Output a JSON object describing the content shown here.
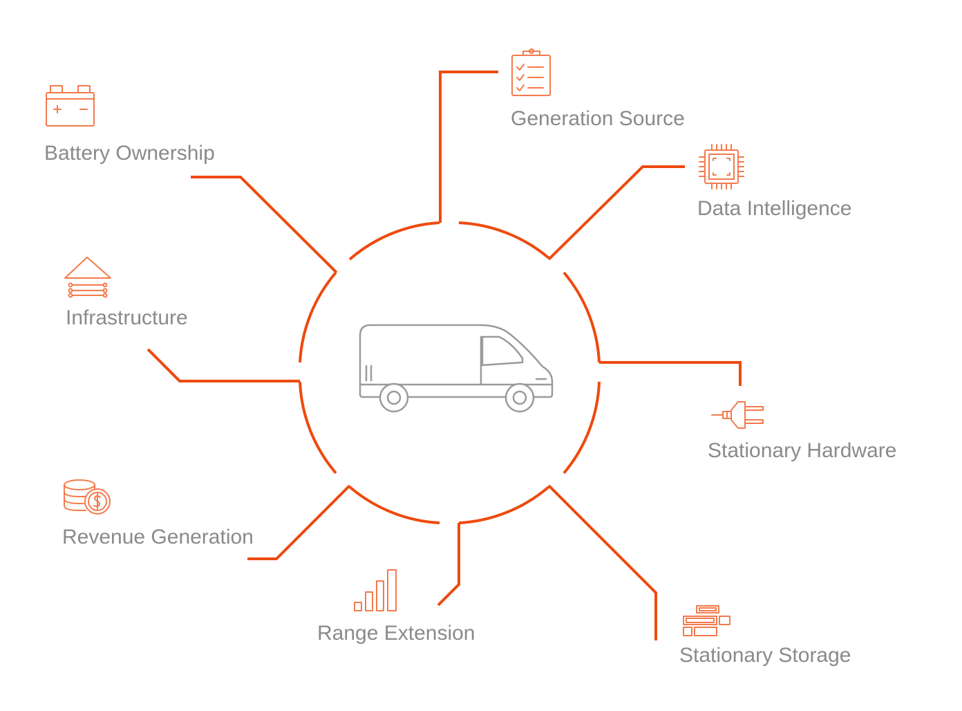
{
  "colors": {
    "accent": "#ee4a0e",
    "icon": "#f47a4c",
    "text": "#8a8a8a",
    "van": "#9a9a9a"
  },
  "center": {
    "icon": "van-icon"
  },
  "nodes": [
    {
      "id": "battery",
      "label": "Battery Ownership",
      "icon": "battery-icon"
    },
    {
      "id": "generation",
      "label": "Generation Source",
      "icon": "clipboard-checklist-icon"
    },
    {
      "id": "data",
      "label": "Data Intelligence",
      "icon": "chip-icon"
    },
    {
      "id": "infrastructure",
      "label": "Infrastructure",
      "icon": "infrastructure-icon"
    },
    {
      "id": "hardware",
      "label": "Stationary Hardware",
      "icon": "plug-icon"
    },
    {
      "id": "revenue",
      "label": "Revenue Generation",
      "icon": "coins-dollar-icon"
    },
    {
      "id": "range",
      "label": "Range Extension",
      "icon": "bar-chart-icon"
    },
    {
      "id": "storage",
      "label": "Stationary Storage",
      "icon": "storage-blocks-icon"
    }
  ]
}
